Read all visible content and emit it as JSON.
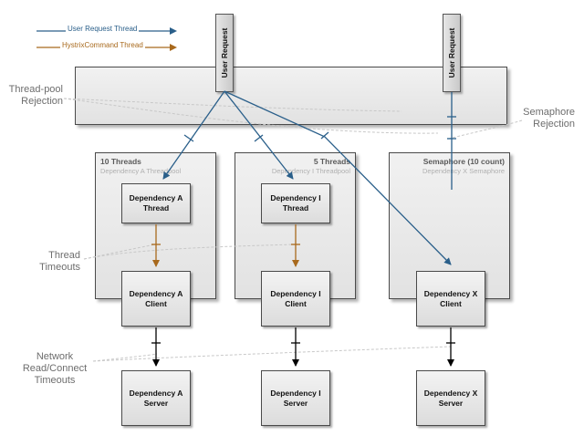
{
  "legend": {
    "user_request": {
      "label": "User Request Thread",
      "color": "#2a5f8a"
    },
    "hystrix": {
      "label": "HystrixCommand Thread",
      "color": "#a8691c"
    }
  },
  "user_request_bars": [
    "User Request",
    "User Request"
  ],
  "pools": [
    {
      "title": "10 Threads",
      "subtitle": "Dependency A Threadpool"
    },
    {
      "title": "5 Threads",
      "subtitle": "Dependency I Threadpool"
    },
    {
      "title": "Semaphore (10 count)",
      "subtitle": "Dependency X Semaphore"
    }
  ],
  "thread_nodes": [
    "Dependency A\nThread",
    "Dependency I\nThread"
  ],
  "client_nodes": [
    "Dependency A\nClient",
    "Dependency I\nClient",
    "Dependency X\nClient"
  ],
  "server_nodes": [
    "Dependency A\nServer",
    "Dependency I\nServer",
    "Dependency X\nServer"
  ],
  "annotations": {
    "thread_pool_rejection": "Thread-pool\nRejection",
    "semaphore_rejection": "Semaphore\nRejection",
    "thread_timeouts": "Thread\nTimeouts",
    "network_timeouts": "Network\nRead/Connect\nTimeouts"
  }
}
